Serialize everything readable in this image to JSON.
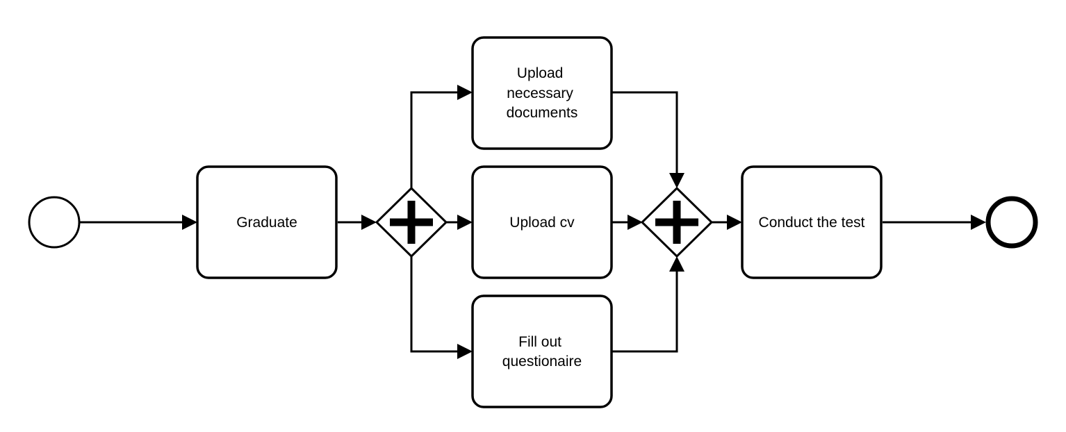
{
  "diagram": {
    "tasks": {
      "graduate": [
        "Graduate"
      ],
      "upload_documents": [
        "Upload",
        "necessary",
        "documents"
      ],
      "upload_cv": [
        "Upload cv"
      ],
      "fill_questionnaire": [
        "Fill out",
        "questionaire"
      ],
      "conduct_test": [
        "Conduct the test"
      ]
    },
    "gateways": {
      "split": "parallel",
      "join": "parallel"
    },
    "events": {
      "start": "start",
      "end": "end"
    }
  }
}
